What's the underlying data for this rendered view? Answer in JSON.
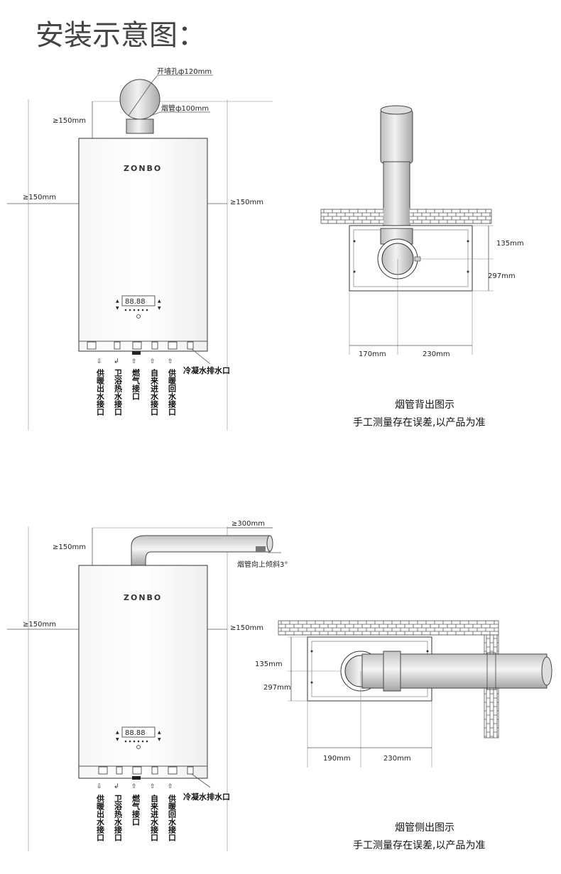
{
  "page": {
    "title": "安装示意图："
  },
  "brand": "ZONBO",
  "display_digits": "88.88",
  "top_section": {
    "wall_hole": "开墙孔ф120mm",
    "flue_pipe": "烟管ф100mm",
    "clearance_top": "≥150mm",
    "clearance_left": "≥150mm",
    "clearance_right": "≥150mm",
    "connectors": [
      "供暖出水接口",
      "卫浴热水接口",
      "燃气接口",
      "自来进水接口",
      "供暖回水接口"
    ],
    "condensate": "冷凝水排水口",
    "back_view": {
      "dim_135": "135mm",
      "dim_297": "297mm",
      "dim_170": "170mm",
      "dim_230": "230mm",
      "caption": "烟管背出图示",
      "note": "手工测量存在误差,以产品为准"
    }
  },
  "bottom_section": {
    "clearance_side_pipe": "≥300mm",
    "clearance_top": "≥150mm",
    "clearance_left": "≥150mm",
    "clearance_right": "≥150mm",
    "tilt_note": "烟管向上倾斜3°",
    "connectors": [
      "供暖出水接口",
      "卫浴热水接口",
      "燃气接口",
      "自来进水接口",
      "供暖回水接口"
    ],
    "condensate": "冷凝水排水口",
    "side_view": {
      "dim_135": "135mm",
      "dim_297": "297mm",
      "dim_190": "190mm",
      "dim_230": "230mm",
      "caption": "烟管侧出图示",
      "note": "手工测量存在误差,以产品为准"
    }
  }
}
